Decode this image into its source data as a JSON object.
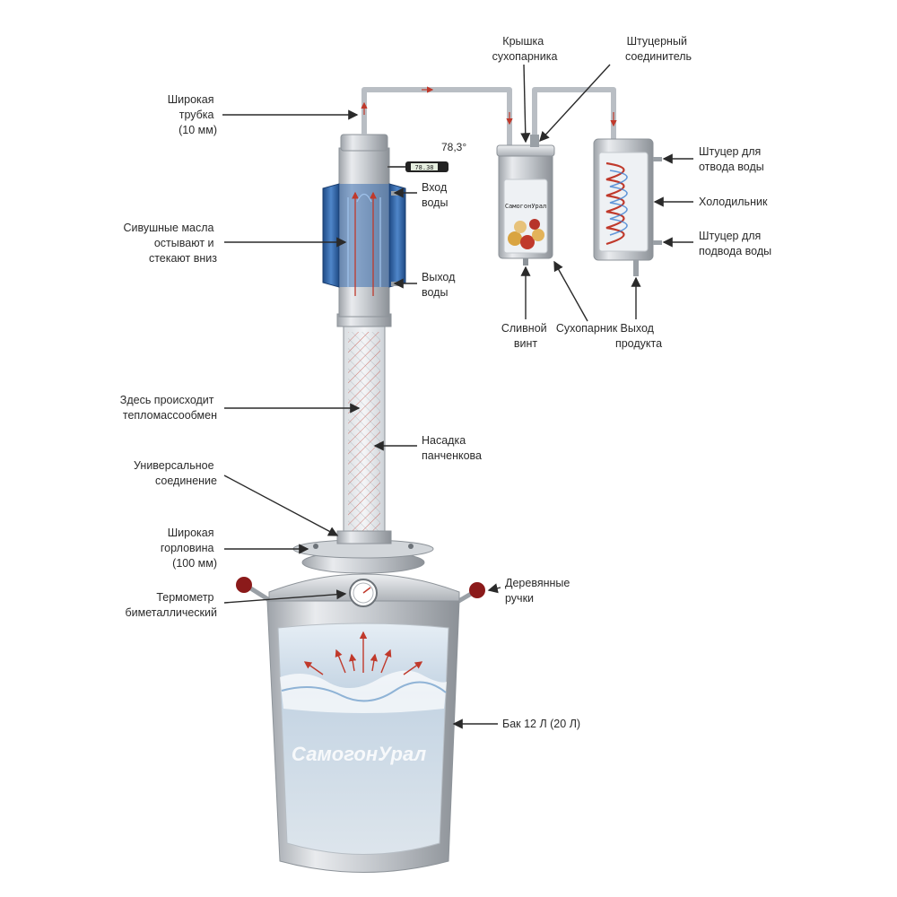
{
  "labels": {
    "wide_tube": [
      "Широкая",
      "трубка",
      "(10 мм)"
    ],
    "fusel_oils": [
      "Сивушные масла",
      "остывают и",
      "стекают вниз"
    ],
    "heat_exchange": [
      "Здесь происходит",
      "тепломассообмен"
    ],
    "universal_joint": [
      "Универсальное",
      "соединение"
    ],
    "wide_neck": [
      "Широкая",
      "горловина",
      "(100 мм)"
    ],
    "thermometer": [
      "Термометр",
      "биметаллический"
    ],
    "water_in": [
      "Вход",
      "воды"
    ],
    "water_out": [
      "Выход",
      "воды"
    ],
    "packing": [
      "Насадка",
      "панченкова"
    ],
    "wooden_handles": [
      "Деревянные",
      "ручки"
    ],
    "tank": [
      "Бак 12 Л (20 Л)"
    ],
    "steamer_lid": [
      "Крышка",
      "сухопарника"
    ],
    "fitting_connector": [
      "Штуцерный",
      "соединитель"
    ],
    "outlet_fitting": [
      "Штуцер для",
      "отвода воды"
    ],
    "cooler": [
      "Холодильник"
    ],
    "inlet_fitting": [
      "Штуцер для",
      "подвода воды"
    ],
    "drain_screw": [
      "Сливной",
      "винт"
    ],
    "dry_steamer": [
      "Сухопарник"
    ],
    "product_outlet": [
      "Выход",
      "продукта"
    ]
  },
  "thermometer_digital": {
    "reading": "78,3°",
    "display": "78.38"
  },
  "brand": {
    "tank_logo": "СамогонУрал",
    "steamer_logo": "СамогонУрал"
  },
  "colors": {
    "steel": "#c9ccd1",
    "steel_dark": "#8d9399",
    "water_jacket": "#2f5f9e",
    "hot_arrow": "#c0392b",
    "cold_arrow": "#3d7fd1",
    "handle": "#8b1a1a"
  }
}
